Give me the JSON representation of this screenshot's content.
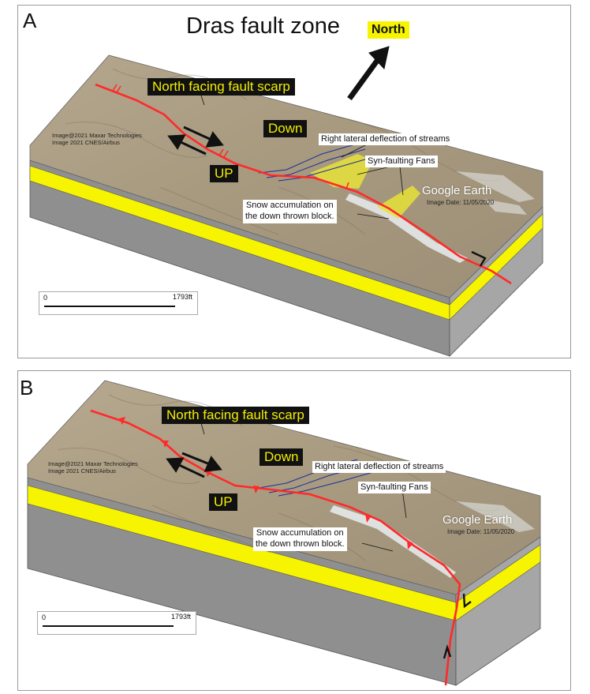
{
  "title": "Dras fault zone",
  "north_label": "North",
  "colors": {
    "fault": "#ff2a2a",
    "fault_label_bg": "#111111",
    "fault_label_text": "#f2ee00",
    "layer_yellow": "#f6f400",
    "block_side": "#8f8f8f",
    "streams": "#1b2f9c",
    "fans": "#e6e23a"
  },
  "panels": [
    {
      "label": "A",
      "fault_scarp_label": "North facing fault scarp",
      "down_label": "Down",
      "up_label": "UP",
      "streams_label": "Right lateral deflection of streams",
      "fans_label": "Syn-faulting Fans",
      "snow_label_line1": "Snow accumulation on",
      "snow_label_line2": "the down thrown block.",
      "google_earth": "Google Earth",
      "image_date": "Image Date: 11/05/2020",
      "credit_line1": "Image@2021 Maxar Technologies",
      "credit_line2": "Image 2021 CNES/Airbus",
      "scale_zero": "0",
      "scale_value": "1793ft"
    },
    {
      "label": "B",
      "fault_scarp_label": "North facing fault scarp",
      "down_label": "Down",
      "up_label": "UP",
      "streams_label": "Right lateral deflection of streams",
      "fans_label": "Syn-faulting Fans",
      "snow_label_line1": "Snow accumulation on",
      "snow_label_line2": "the down thrown block.",
      "google_earth": "Google Earth",
      "image_date": "Image Date: 11/05/2020",
      "credit_line1": "Image@2021 Maxar Technologies",
      "credit_line2": "Image 2021 CNES/Airbus",
      "scale_zero": "0",
      "scale_value": "1793ft"
    }
  ]
}
